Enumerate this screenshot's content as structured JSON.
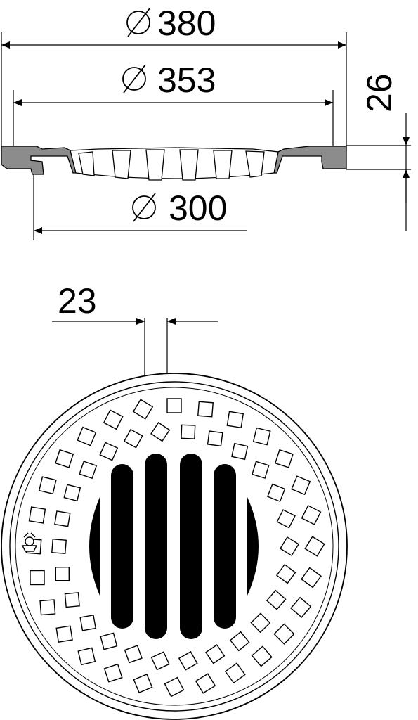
{
  "dimensions": {
    "outer_diameter": {
      "symbol": "∅",
      "value": "380"
    },
    "inner_diameter": {
      "symbol": "∅",
      "value": "353"
    },
    "bottom_diameter": {
      "symbol": "∅",
      "value": "300"
    },
    "height": {
      "value": "26"
    },
    "slot_width": {
      "value": "23"
    }
  },
  "grate": {
    "slot_count": 6,
    "square_rings": [
      {
        "count": 28
      },
      {
        "count": 26
      }
    ]
  },
  "colors": {
    "line": "#000000",
    "section_fill": "#8c8c8c",
    "slot_fill": "#000000",
    "background": "#ffffff"
  }
}
